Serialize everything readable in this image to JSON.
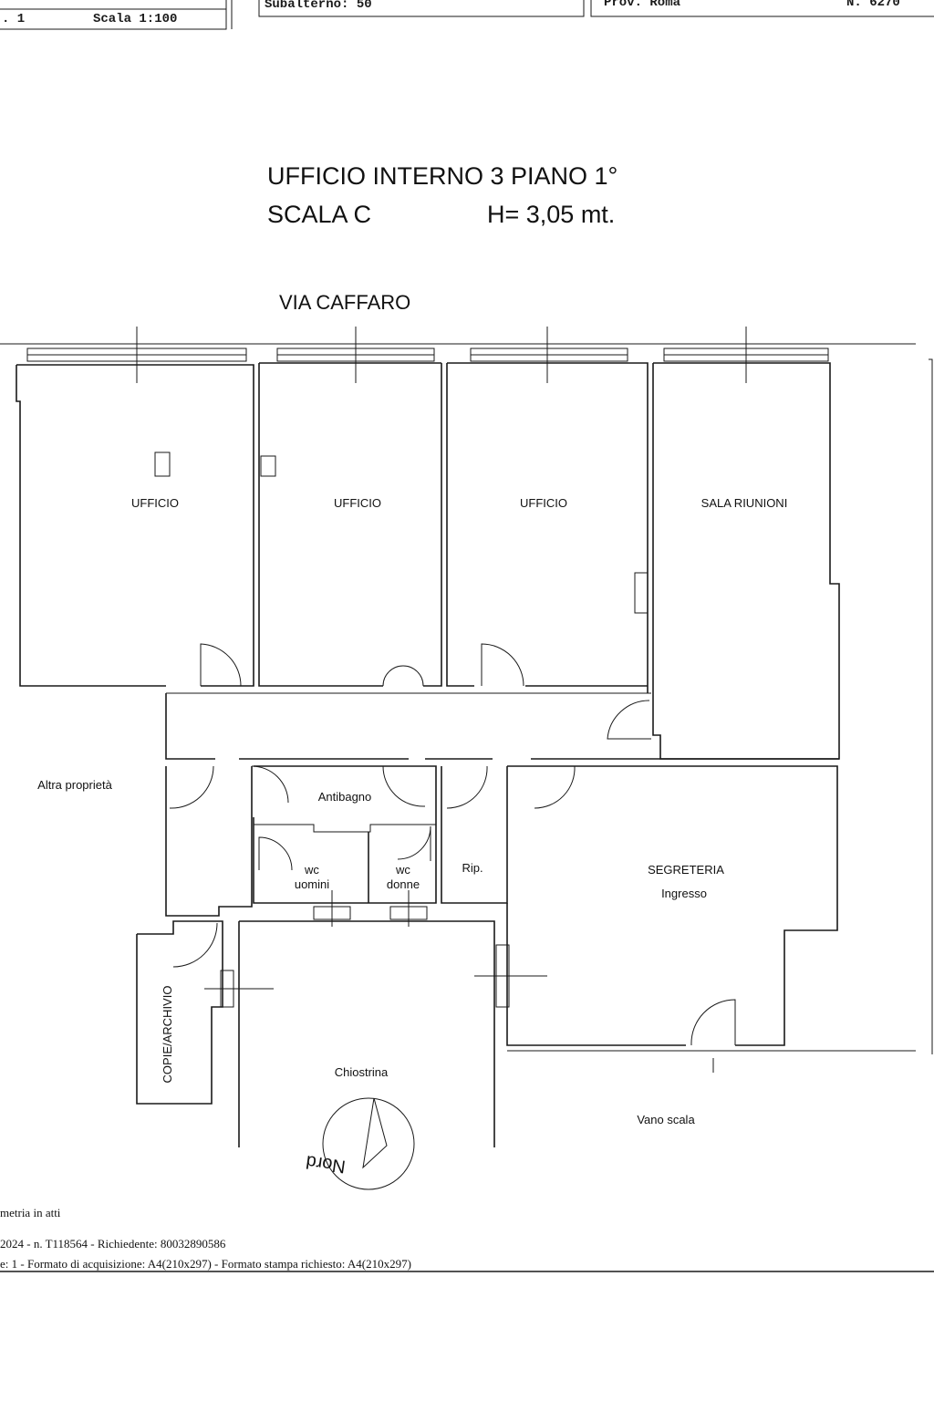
{
  "header": {
    "sheet": ". 1",
    "scale": "Scala 1:100",
    "subalterno": "Subalterno: 50",
    "province": "Prov. Roma",
    "number": "N. 6270"
  },
  "title": {
    "line1": "UFFICIO  INTERNO 3 PIANO 1°",
    "line2a": "SCALA C",
    "line2b": "H= 3,05 mt."
  },
  "street": "VIA  CAFFARO",
  "rooms": {
    "ufficio1": "UFFICIO",
    "ufficio2": "UFFICIO",
    "ufficio3": "UFFICIO",
    "sala": "SALA RIUNIONI",
    "altra": "Altra proprietà",
    "antibagno": "Antibagno",
    "wc_u1": "wc",
    "wc_u2": "uomini",
    "wc_d1": "wc",
    "wc_d2": "donne",
    "rip": "Rip.",
    "segreteria": "SEGRETERIA",
    "ingresso": "Ingresso",
    "copie": "COPIE/ARCHIVIO",
    "chiostrina": "Chiostrina",
    "vano": "Vano scala"
  },
  "north": "Nord",
  "footer": {
    "line1": "metria in atti",
    "line2": "2024 - n. T118564 - Richiedente: 80032890586",
    "line3": "e: 1 - Formato di acquisizione: A4(210x297) - Formato stampa richiesto: A4(210x297)"
  }
}
